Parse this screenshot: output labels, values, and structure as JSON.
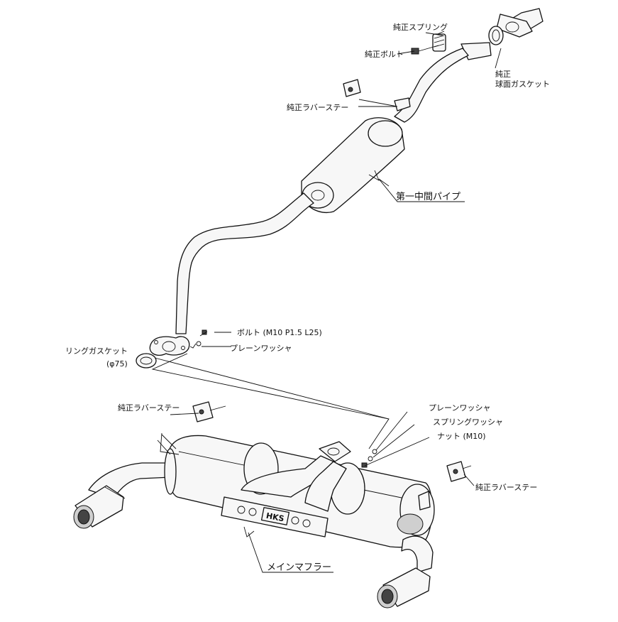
{
  "labels": {
    "spring": "純正スプリング",
    "bolt": "純正ボルト",
    "gasket_line1": "純正",
    "gasket_line2": "球面ガスケット",
    "rubber_stay_top": "純正ラバーステー",
    "first_mid_pipe": "第一中間パイプ",
    "bolt_spec": "ボルト (M10 P1.5 L25)",
    "plain_washer_upper": "プレーンワッシャ",
    "ring_gasket": "リングガスケット",
    "ring_gasket_size": "(φ75)",
    "rubber_stay_left": "純正ラバーステー",
    "plain_washer_lower": "プレーンワッシャ",
    "spring_washer": "スプリングワッシャ",
    "nut": "ナット (M10)",
    "rubber_stay_right": "純正ラバーステー",
    "main_muffler": "メインマフラー"
  },
  "brand_plate": "HKS",
  "colors": {
    "line": "#111111",
    "fill": "#f7f7f7",
    "shade": "#cfcfcf"
  }
}
